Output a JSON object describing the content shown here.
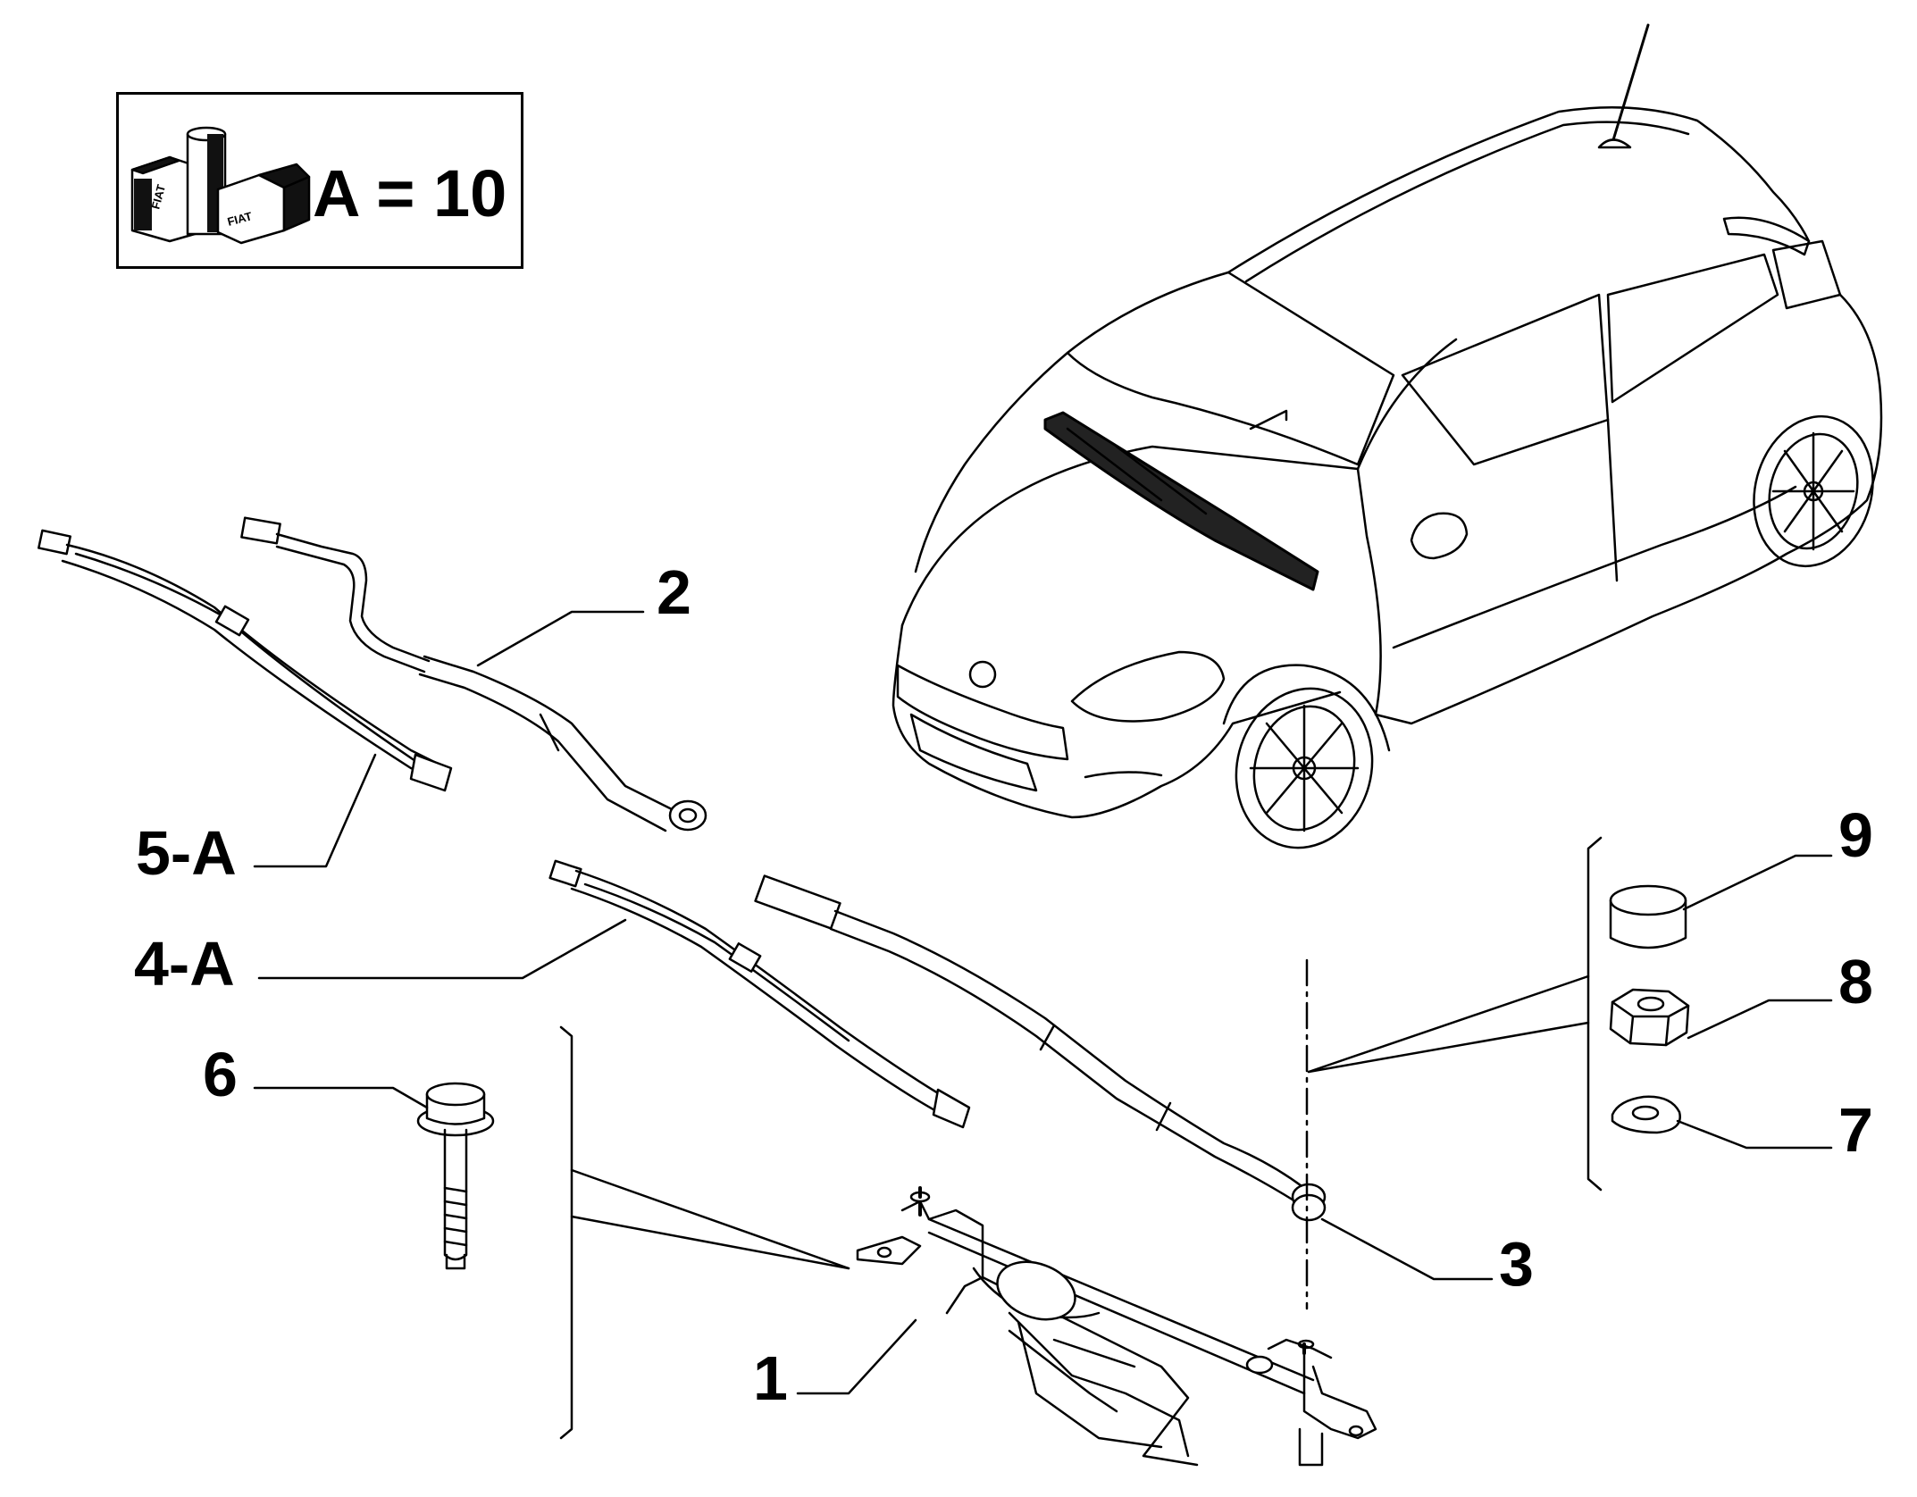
{
  "legend": {
    "icon": "fiat-grease-package-icon",
    "icon_lettering": [
      "FIAT",
      "FIAT"
    ],
    "text": "A = 10"
  },
  "callouts": {
    "c1": "1",
    "c2": "2",
    "c3": "3",
    "c4a": "4-A",
    "c5a": "5-A",
    "c6": "6",
    "c7": "7",
    "c8": "8",
    "c9": "9"
  },
  "colors": {
    "ink": "#000000",
    "paper": "#ffffff"
  }
}
